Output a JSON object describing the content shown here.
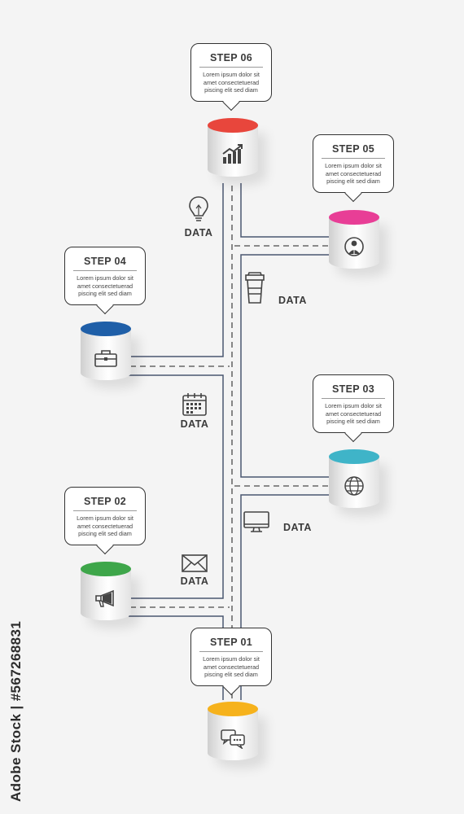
{
  "steps": [
    {
      "id": 6,
      "title": "STEP 06",
      "body": "Lorem ipsum dolor sit amet consectetuerad piscing elit sed diam",
      "color": "#e8463c",
      "icon": "chart-icon"
    },
    {
      "id": 5,
      "title": "STEP 05",
      "body": "Lorem ipsum dolor sit amet consectetuerad piscing elit sed diam",
      "color": "#e83e96",
      "icon": "person-icon"
    },
    {
      "id": 4,
      "title": "STEP 04",
      "body": "Lorem ipsum dolor sit amet consectetuerad piscing elit sed diam",
      "color": "#1f5fa8",
      "icon": "briefcase-icon"
    },
    {
      "id": 3,
      "title": "STEP 03",
      "body": "Lorem ipsum dolor sit amet consectetuerad piscing elit sed diam",
      "color": "#3fb4c8",
      "icon": "globe-icon"
    },
    {
      "id": 2,
      "title": "STEP 02",
      "body": "Lorem ipsum dolor sit amet consectetuerad piscing elit sed diam",
      "color": "#3ea64a",
      "icon": "megaphone-icon"
    },
    {
      "id": 1,
      "title": "STEP 01",
      "body": "Lorem ipsum dolor sit amet consectetuerad piscing elit sed diam",
      "color": "#f6b21c",
      "icon": "chat-icon"
    }
  ],
  "data_labels": [
    {
      "text": "DATA",
      "icon": "lightbulb-icon"
    },
    {
      "text": "DATA",
      "icon": "coffee-cup-icon"
    },
    {
      "text": "DATA",
      "icon": "calendar-icon"
    },
    {
      "text": "DATA",
      "icon": "monitor-icon"
    },
    {
      "text": "DATA",
      "icon": "envelope-icon"
    }
  ],
  "watermark": "Adobe Stock | #567268831",
  "colors": {
    "road_edge": "#4a5670",
    "road_dash": "#4a4a4a",
    "callout_border": "#333333"
  }
}
